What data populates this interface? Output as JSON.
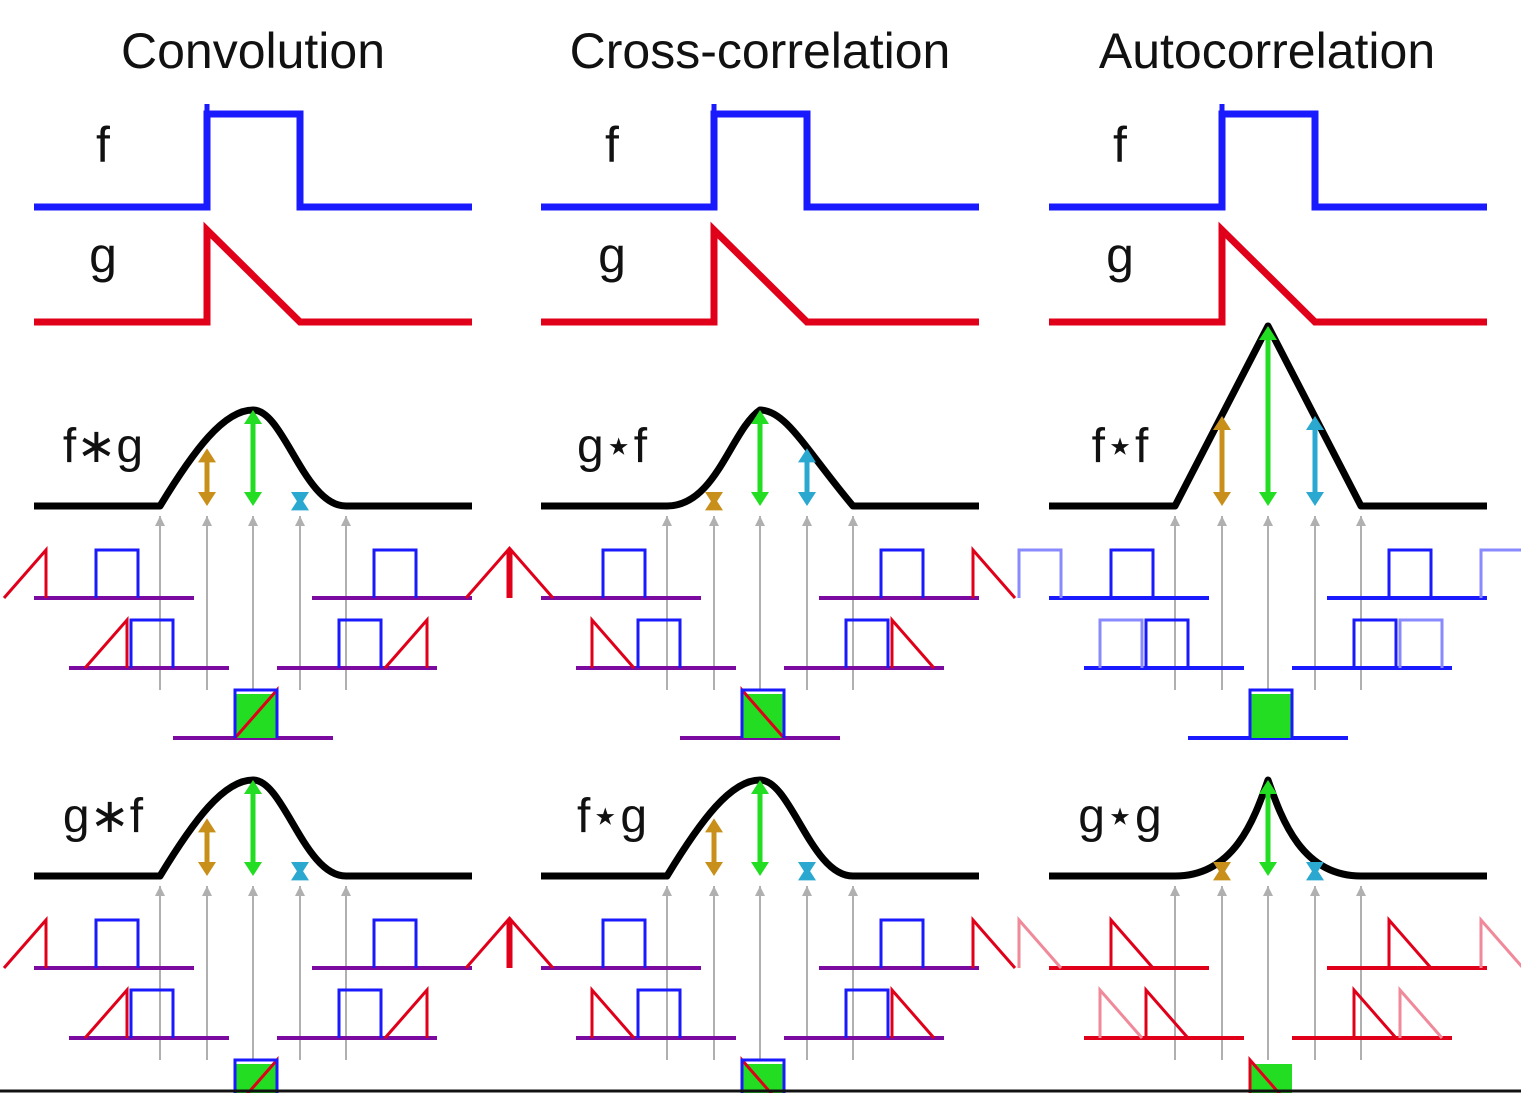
{
  "columns": [
    {
      "id": "convolution",
      "title": "Convolution",
      "f_label": "f",
      "g_label": "g",
      "results": [
        {
          "label": "f∗g",
          "overlay": "conv-fg",
          "curve": "smooth-peak",
          "marker_heights": [
            0.6,
            1.0,
            0.1
          ]
        },
        {
          "label": "g∗f",
          "overlay": "conv-gf",
          "curve": "smooth-peak",
          "marker_heights": [
            0.6,
            1.0,
            0.1
          ]
        }
      ]
    },
    {
      "id": "cross-correlation",
      "title": "Cross-correlation",
      "f_label": "f",
      "g_label": "g",
      "results": [
        {
          "label": "g⋆f",
          "overlay": "xcorr-gf",
          "curve": "smooth-peak-left",
          "marker_heights": [
            0.1,
            1.0,
            0.6
          ]
        },
        {
          "label": "f⋆g",
          "overlay": "xcorr-fg",
          "curve": "smooth-peak",
          "marker_heights": [
            0.6,
            1.0,
            0.1
          ]
        }
      ]
    },
    {
      "id": "autocorrelation",
      "title": "Autocorrelation",
      "f_label": "f",
      "g_label": "g",
      "results": [
        {
          "label": "f⋆f",
          "overlay": "auto-ff",
          "curve": "triangle",
          "marker_heights": [
            0.5,
            1.0,
            0.5
          ]
        },
        {
          "label": "g⋆g",
          "overlay": "auto-gg",
          "curve": "cusp",
          "marker_heights": [
            0.1,
            1.0,
            0.1
          ]
        }
      ]
    }
  ],
  "colors": {
    "f": "#1a1aff",
    "g": "#e0001a",
    "result": "#000000",
    "marker_left": "#c8901a",
    "marker_center": "#22dd22",
    "marker_right": "#2aa8d0",
    "product": "#7a0aa0",
    "guide": "#b0b0b0",
    "faded_f": "#8a8aff",
    "faded_g": "#f08a9a",
    "teal": "#137a7a"
  }
}
